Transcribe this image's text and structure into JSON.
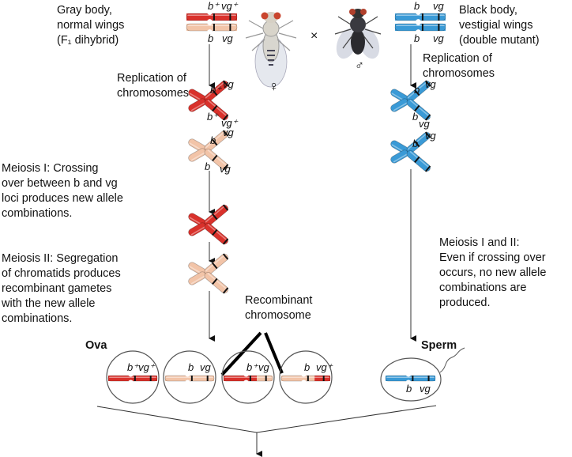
{
  "colors": {
    "dominant": "#d9312b",
    "recessive": "#f2c4a8",
    "mutant": "#3a9ad6",
    "band": "#111111"
  },
  "female": {
    "desc": [
      "Gray body,",
      "normal wings",
      "(F₁ dihybrid)"
    ],
    "top_labels": [
      "b⁺",
      "vg⁺"
    ],
    "bottom_labels": [
      "b",
      "vg"
    ],
    "symbol": "♀",
    "replication": [
      "Replication of",
      "chromosomes"
    ]
  },
  "cross_symbol": "×",
  "male": {
    "desc": [
      "Black body,",
      "vestigial wings",
      "(double mutant)"
    ],
    "top_labels": [
      "b",
      "vg"
    ],
    "bottom_labels": [
      "b",
      "vg"
    ],
    "symbol": "♂",
    "replication": [
      "Replication of",
      "chromosomes"
    ]
  },
  "meiosis1": [
    "Meiosis I: Crossing",
    "over between b and vg",
    "loci produces new allele",
    "combinations."
  ],
  "meiosis2": [
    "Meiosis II: Segregation",
    "of chromatids produces",
    "recombinant gametes",
    "with the new allele",
    "combinations."
  ],
  "male_meiosis": [
    "Meiosis I and II:",
    "Even if crossing over",
    "occurs, no new allele",
    "combinations are",
    "produced."
  ],
  "recombinant": [
    "Recombinant",
    "chromosome"
  ],
  "ova_label": "Ova",
  "sperm_label": "Sperm",
  "dup_labels": {
    "left_red": [
      "b⁺",
      "vg",
      "b⁺",
      "vg⁺"
    ],
    "left_pale": [
      "b",
      "vg",
      "b",
      "vg"
    ],
    "right1": [
      "b",
      "vg",
      "b",
      "vg"
    ],
    "right2": [
      "b",
      "vg"
    ]
  },
  "ova": [
    {
      "labels": [
        "b⁺vg⁺"
      ]
    },
    {
      "labels": [
        "b",
        "vg"
      ]
    },
    {
      "labels": [
        "b⁺",
        "vg"
      ]
    },
    {
      "labels": [
        "b",
        "vg⁺"
      ]
    }
  ],
  "sperm": {
    "labels": [
      "b",
      "vg"
    ]
  }
}
